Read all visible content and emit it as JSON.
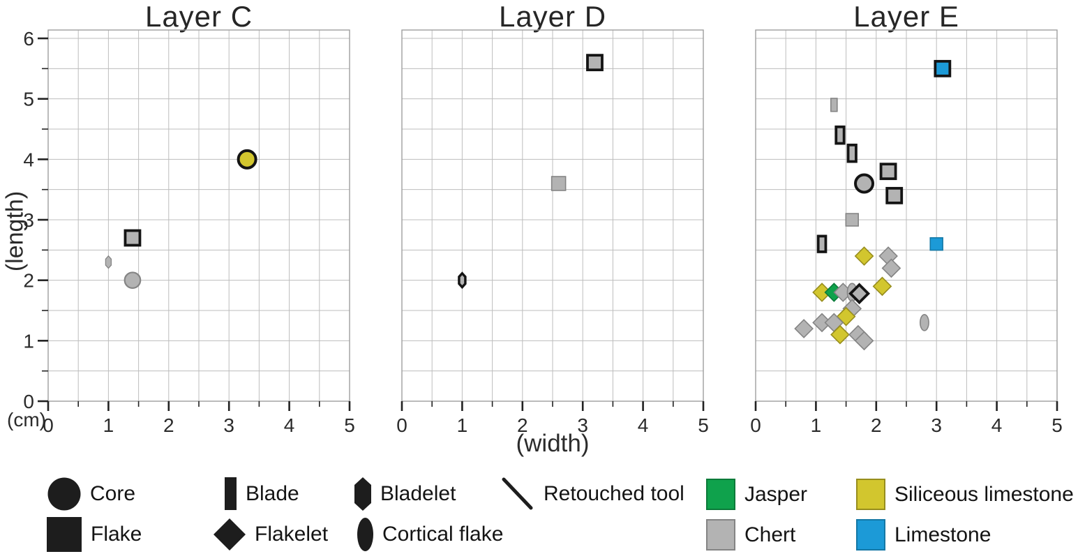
{
  "chart_data": {
    "type": "scatter",
    "xlabel": "(width)",
    "ylabel": "(length)",
    "unit_label": "(cm)",
    "xlim": [
      0,
      5
    ],
    "ylim": [
      0,
      6
    ],
    "x_ticks": [
      0,
      1,
      2,
      3,
      4,
      5
    ],
    "y_ticks": [
      0,
      1,
      2,
      3,
      4,
      5,
      6
    ],
    "grid_step": 0.5,
    "grid": true,
    "panels": [
      {
        "title": "Layer C",
        "points": [
          {
            "x": 3.3,
            "y": 4.0,
            "shape": "core",
            "material": "siliceous_limestone",
            "retouched": true
          },
          {
            "x": 1.4,
            "y": 2.7,
            "shape": "flake",
            "material": "chert",
            "retouched": true
          },
          {
            "x": 1.0,
            "y": 2.3,
            "shape": "bladelet",
            "material": "chert",
            "retouched": false,
            "size": 0.8
          },
          {
            "x": 1.4,
            "y": 2.0,
            "shape": "core",
            "material": "chert",
            "retouched": false,
            "size": 0.9
          }
        ]
      },
      {
        "title": "Layer D",
        "points": [
          {
            "x": 3.2,
            "y": 5.6,
            "shape": "flake",
            "material": "chert",
            "retouched": true
          },
          {
            "x": 2.6,
            "y": 3.6,
            "shape": "flake",
            "material": "chert",
            "retouched": false,
            "size": 0.95
          },
          {
            "x": 1.0,
            "y": 2.0,
            "shape": "bladelet",
            "material": "chert",
            "retouched": true,
            "size": 0.9
          }
        ]
      },
      {
        "title": "Layer E",
        "points": [
          {
            "x": 3.1,
            "y": 5.5,
            "shape": "flake",
            "material": "limestone",
            "retouched": true
          },
          {
            "x": 1.3,
            "y": 4.9,
            "shape": "blade",
            "material": "chert",
            "retouched": false,
            "size": 0.75
          },
          {
            "x": 1.4,
            "y": 4.4,
            "shape": "blade",
            "material": "chert",
            "retouched": true,
            "size": 0.95
          },
          {
            "x": 1.6,
            "y": 4.1,
            "shape": "blade",
            "material": "chert",
            "retouched": true,
            "size": 0.95
          },
          {
            "x": 2.2,
            "y": 3.8,
            "shape": "flake",
            "material": "chert",
            "retouched": true
          },
          {
            "x": 1.8,
            "y": 3.6,
            "shape": "core",
            "material": "chert",
            "retouched": true
          },
          {
            "x": 2.3,
            "y": 3.4,
            "shape": "flake",
            "material": "chert",
            "retouched": true
          },
          {
            "x": 1.6,
            "y": 3.0,
            "shape": "flake",
            "material": "chert",
            "retouched": false,
            "size": 0.85
          },
          {
            "x": 1.1,
            "y": 2.6,
            "shape": "blade",
            "material": "chert",
            "retouched": true,
            "size": 0.9
          },
          {
            "x": 3.0,
            "y": 2.6,
            "shape": "flake",
            "material": "limestone",
            "retouched": false,
            "size": 0.85
          },
          {
            "x": 1.8,
            "y": 2.4,
            "shape": "flakelet",
            "material": "siliceous_limestone",
            "retouched": false
          },
          {
            "x": 2.2,
            "y": 2.4,
            "shape": "flakelet",
            "material": "chert",
            "retouched": false
          },
          {
            "x": 2.25,
            "y": 2.2,
            "shape": "flakelet",
            "material": "chert",
            "retouched": false
          },
          {
            "x": 2.1,
            "y": 1.9,
            "shape": "flakelet",
            "material": "siliceous_limestone",
            "retouched": false
          },
          {
            "x": 1.1,
            "y": 1.8,
            "shape": "flakelet",
            "material": "siliceous_limestone",
            "retouched": false
          },
          {
            "x": 1.3,
            "y": 1.8,
            "shape": "flakelet",
            "material": "jasper",
            "retouched": false
          },
          {
            "x": 1.45,
            "y": 1.8,
            "shape": "flakelet",
            "material": "chert",
            "retouched": false
          },
          {
            "x": 1.6,
            "y": 1.8,
            "shape": "cortical_flake",
            "material": "chert",
            "retouched": false
          },
          {
            "x": 1.72,
            "y": 1.78,
            "shape": "flakelet",
            "material": "chert",
            "retouched": true
          },
          {
            "x": 1.6,
            "y": 1.53,
            "shape": "flakelet",
            "material": "chert",
            "retouched": false
          },
          {
            "x": 1.5,
            "y": 1.4,
            "shape": "flakelet",
            "material": "siliceous_limestone",
            "retouched": false
          },
          {
            "x": 1.1,
            "y": 1.3,
            "shape": "flakelet",
            "material": "chert",
            "retouched": false
          },
          {
            "x": 1.3,
            "y": 1.3,
            "shape": "flakelet",
            "material": "chert",
            "retouched": false
          },
          {
            "x": 0.8,
            "y": 1.2,
            "shape": "flakelet",
            "material": "chert",
            "retouched": false
          },
          {
            "x": 2.8,
            "y": 1.3,
            "shape": "cortical_flake",
            "material": "chert",
            "retouched": false,
            "size": 0.9
          },
          {
            "x": 1.4,
            "y": 1.1,
            "shape": "flakelet",
            "material": "siliceous_limestone",
            "retouched": false
          },
          {
            "x": 1.7,
            "y": 1.1,
            "shape": "flakelet",
            "material": "chert",
            "retouched": false
          },
          {
            "x": 1.8,
            "y": 1.0,
            "shape": "flakelet",
            "material": "chert",
            "retouched": false
          }
        ]
      }
    ]
  },
  "materials": {
    "jasper": {
      "fill": "#0FA24C",
      "stroke": "#0B7A39"
    },
    "chert": {
      "fill": "#B3B3B3",
      "stroke": "#848484"
    },
    "siliceous_limestone": {
      "fill": "#D2C62E",
      "stroke": "#978D1D"
    },
    "limestone": {
      "fill": "#1C9AD7",
      "stroke": "#1478A6"
    }
  },
  "legend": {
    "shapes": [
      {
        "id": "core",
        "label": "Core"
      },
      {
        "id": "flake",
        "label": "Flake"
      },
      {
        "id": "blade",
        "label": "Blade"
      },
      {
        "id": "flakelet",
        "label": "Flakelet"
      },
      {
        "id": "bladelet",
        "label": "Bladelet"
      },
      {
        "id": "cortical_flake",
        "label": "Cortical flake"
      },
      {
        "id": "retouched",
        "label": "Retouched tool"
      }
    ],
    "materials": [
      {
        "id": "jasper",
        "label": "Jasper",
        "color": "#0FA24C"
      },
      {
        "id": "chert",
        "label": "Chert",
        "color": "#B3B3B3"
      },
      {
        "id": "siliceous_limestone",
        "label": "Siliceous limestone",
        "color": "#D2C62E"
      },
      {
        "id": "limestone",
        "label": "Limestone",
        "color": "#1C9AD7"
      }
    ]
  }
}
